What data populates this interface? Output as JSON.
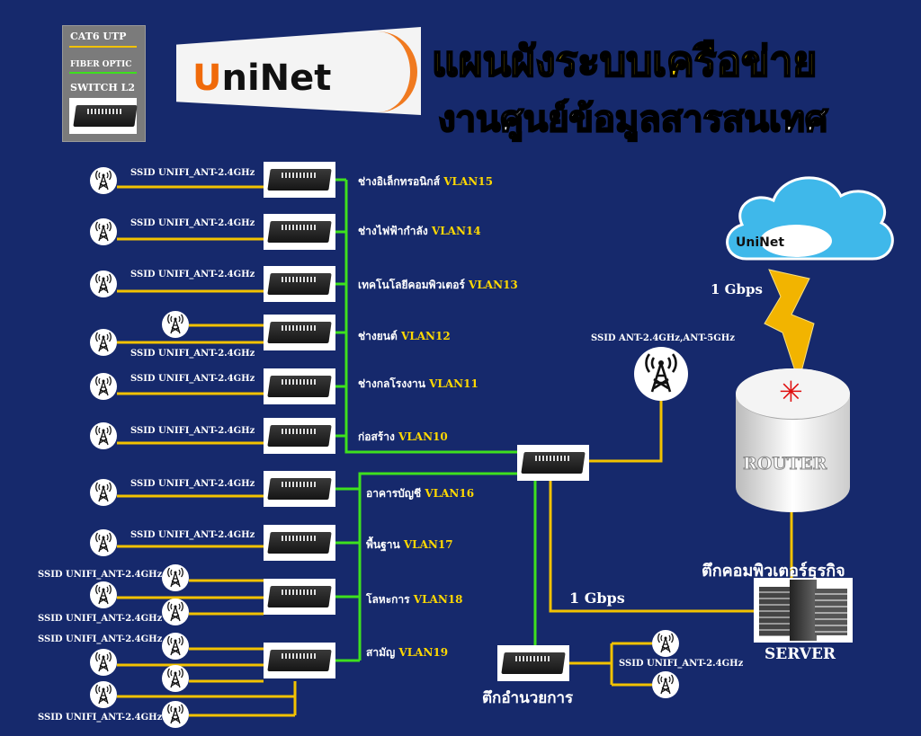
{
  "legend": {
    "cat6": "CAT6 UTP",
    "fiber": "FIBER OPTIC",
    "switch": "SWITCH L2"
  },
  "logo": {
    "text": "UniNet"
  },
  "title": {
    "line1": "แผนผังระบบเครือข่าย",
    "line2": "งานศูนย์ข้อมูลสารสนเทศ"
  },
  "colors": {
    "background": "#16296c",
    "cat6": "#f2c200",
    "fiber": "#3ee01e",
    "title": "#ffd800"
  },
  "ssid": "SSID UNIFI_ANT-2.4GHz",
  "buildings": [
    {
      "name": "ช่างอิเล็กทรอนิกส์",
      "vlan": "VLAN15"
    },
    {
      "name": "ช่างไฟฟ้ากำลัง",
      "vlan": "VLAN14"
    },
    {
      "name": "เทคโนโลยีคอมพิวเตอร์",
      "vlan": "VLAN13"
    },
    {
      "name": "ช่างยนต์",
      "vlan": "VLAN12"
    },
    {
      "name": "ช่างกลโรงงาน",
      "vlan": "VLAN11"
    },
    {
      "name": "ก่อสร้าง",
      "vlan": "VLAN10"
    },
    {
      "name": "อาคารบัญชี",
      "vlan": "VLAN16"
    },
    {
      "name": "พื้นฐาน",
      "vlan": "VLAN17"
    },
    {
      "name": "โลหะการ",
      "vlan": "VLAN18"
    },
    {
      "name": "สามัญ",
      "vlan": "VLAN19"
    }
  ],
  "core": {
    "ssid": "SSID ANT-2.4GHz,ANT-5GHz",
    "uplink_speed": "1 Gbps",
    "server_link_speed": "1 Gbps"
  },
  "cloud": {
    "label": "UniNet"
  },
  "router": {
    "label": "ROUTER"
  },
  "server": {
    "building": "ตึกคอมพิวเตอร์ธุรกิจ",
    "label": "SERVER"
  },
  "admin": {
    "building": "ตึกอำนวยการ",
    "ssid": "SSID UNIFI_ANT-2.4GHz"
  }
}
